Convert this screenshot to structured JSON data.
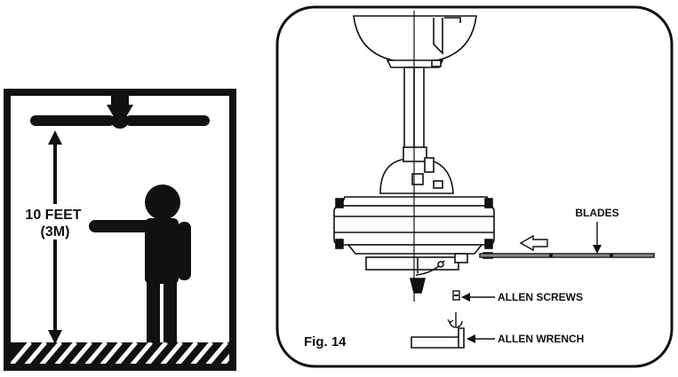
{
  "left_panel": {
    "height_label_line1": "10 FEET",
    "height_label_line2": "(3M)"
  },
  "right_panel": {
    "figure_label": "Fig. 14",
    "callouts": {
      "blades": "BLADES",
      "allen_screws": "ALLEN SCREWS",
      "allen_wrench": "ALLEN WRENCH"
    }
  },
  "colors": {
    "ink": "#111111",
    "paper": "#ffffff"
  }
}
